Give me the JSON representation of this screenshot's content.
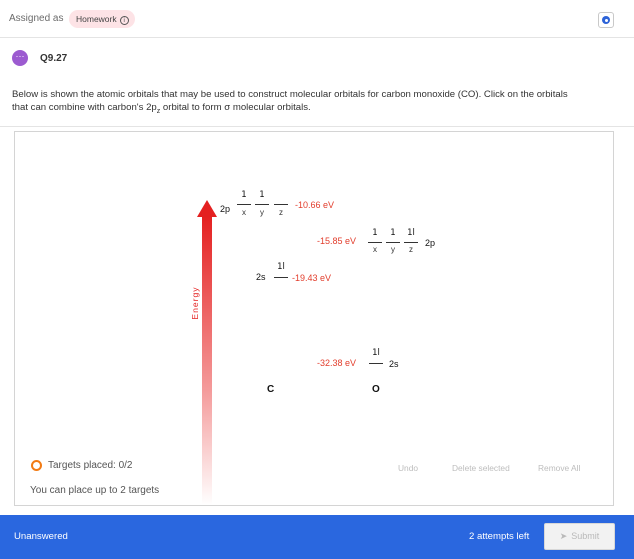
{
  "header": {
    "assigned_label": "Assigned as",
    "badge_label": "Homework",
    "badge_info_glyph": "i",
    "settings_icon": "settings-dot-icon"
  },
  "question": {
    "icon_glyph": "···",
    "number": "Q9.27",
    "prompt_line1": "Below is shown the atomic orbitals that may be used to construct molecular orbitals for carbon monoxide (CO). Click on the orbitals",
    "prompt_line2_pre": "that can combine with carbon's 2p",
    "prompt_line2_sub": "z",
    "prompt_line2_post": " orbital to form σ molecular orbitals."
  },
  "diagram": {
    "energy_axis_label": "Energy",
    "carbon": {
      "atom_label": "C",
      "p_level_label": "2p",
      "p_energy": "-10.66 eV",
      "p_orbitals": [
        {
          "sub": "x",
          "electrons": "1"
        },
        {
          "sub": "y",
          "electrons": "1"
        },
        {
          "sub": "z",
          "electrons": ""
        }
      ],
      "s_level_label": "2s",
      "s_energy": "-19.43 eV",
      "s_electrons": "1l"
    },
    "oxygen": {
      "atom_label": "O",
      "p_level_label": "2p",
      "p_energy": "-15.85 eV",
      "p_orbitals": [
        {
          "sub": "x",
          "electrons": "1"
        },
        {
          "sub": "y",
          "electrons": "1"
        },
        {
          "sub": "z",
          "electrons": "1l"
        }
      ],
      "s_level_label": "2s",
      "s_energy": "-32.38 eV",
      "s_electrons": "1l"
    },
    "energy_color": "#e23d2c"
  },
  "status": {
    "targets_placed": "Targets placed: 0/2",
    "place_limit": "You can place up to 2 targets",
    "undo": "Undo",
    "delete_selected": "Delete selected",
    "remove_all": "Remove All"
  },
  "footer": {
    "status": "Unanswered",
    "attempts": "2 attempts left",
    "submit": "Submit",
    "accent": "#2a67df"
  }
}
